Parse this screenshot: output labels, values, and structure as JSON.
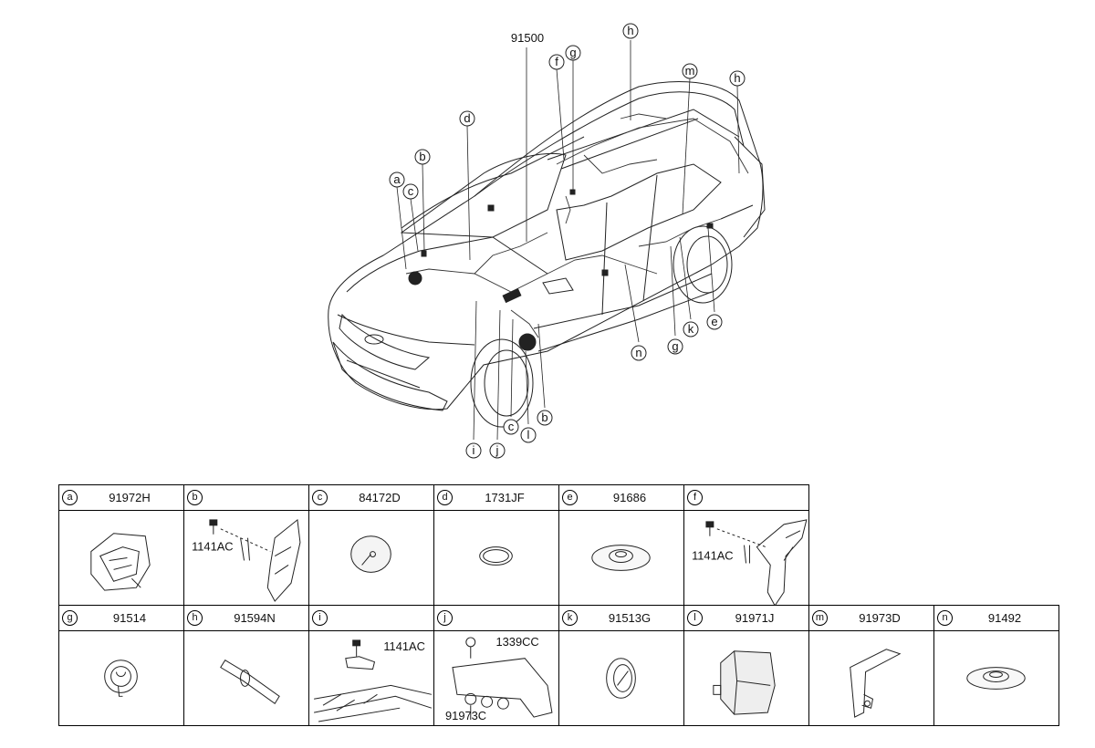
{
  "diagram": {
    "main_part": "91500",
    "callouts": [
      "a",
      "b",
      "c",
      "d",
      "f",
      "g",
      "h",
      "m",
      "h",
      "e",
      "k",
      "g",
      "n",
      "b",
      "l",
      "c",
      "j",
      "i"
    ]
  },
  "parts": [
    {
      "letter": "a",
      "number": "91972H"
    },
    {
      "letter": "b",
      "number": "",
      "sub_label": "1141AC"
    },
    {
      "letter": "c",
      "number": "84172D"
    },
    {
      "letter": "d",
      "number": "1731JF"
    },
    {
      "letter": "e",
      "number": "91686"
    },
    {
      "letter": "f",
      "number": "",
      "sub_label": "1141AC"
    },
    {
      "letter": "g",
      "number": "91514"
    },
    {
      "letter": "h",
      "number": "91594N"
    },
    {
      "letter": "i",
      "number": "",
      "sub_label": "1141AC"
    },
    {
      "letter": "j",
      "number": "",
      "sub_label": "1339CC",
      "sub_label2": "91973C"
    },
    {
      "letter": "k",
      "number": "91513G"
    },
    {
      "letter": "l",
      "number": "91971J"
    },
    {
      "letter": "m",
      "number": "91973D"
    },
    {
      "letter": "n",
      "number": "91492"
    }
  ]
}
